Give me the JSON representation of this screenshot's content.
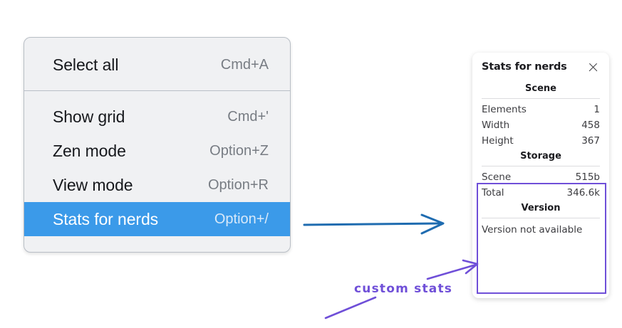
{
  "context_menu": {
    "groups": [
      {
        "items": [
          {
            "label": "Select all",
            "shortcut": "Cmd+A",
            "selected": false
          }
        ]
      },
      {
        "items": [
          {
            "label": "Show grid",
            "shortcut": "Cmd+'",
            "selected": false
          },
          {
            "label": "Zen mode",
            "shortcut": "Option+Z",
            "selected": false
          },
          {
            "label": "View mode",
            "shortcut": "Option+R",
            "selected": false
          },
          {
            "label": "Stats for nerds",
            "shortcut": "Option+/",
            "selected": true
          }
        ]
      }
    ],
    "highlight_color": "#3b9ae9",
    "background_color": "#f0f1f3"
  },
  "stats_panel": {
    "title": "Stats for nerds",
    "close_icon": "close-icon",
    "sections": [
      {
        "heading": "Scene",
        "rows": [
          {
            "label": "Elements",
            "value": "1"
          },
          {
            "label": "Width",
            "value": "458"
          },
          {
            "label": "Height",
            "value": "367"
          }
        ]
      },
      {
        "heading": "Storage",
        "rows": [
          {
            "label": "Scene",
            "value": "515b"
          },
          {
            "label": "Total",
            "value": "346.6k"
          }
        ]
      },
      {
        "heading": "Version",
        "note": "Version not available"
      }
    ]
  },
  "annotations": {
    "label": "custom stats",
    "label_color": "#6f4fd8",
    "flow_arrow_color": "#1f6cb0",
    "highlight_color": "#6f4fd8"
  }
}
